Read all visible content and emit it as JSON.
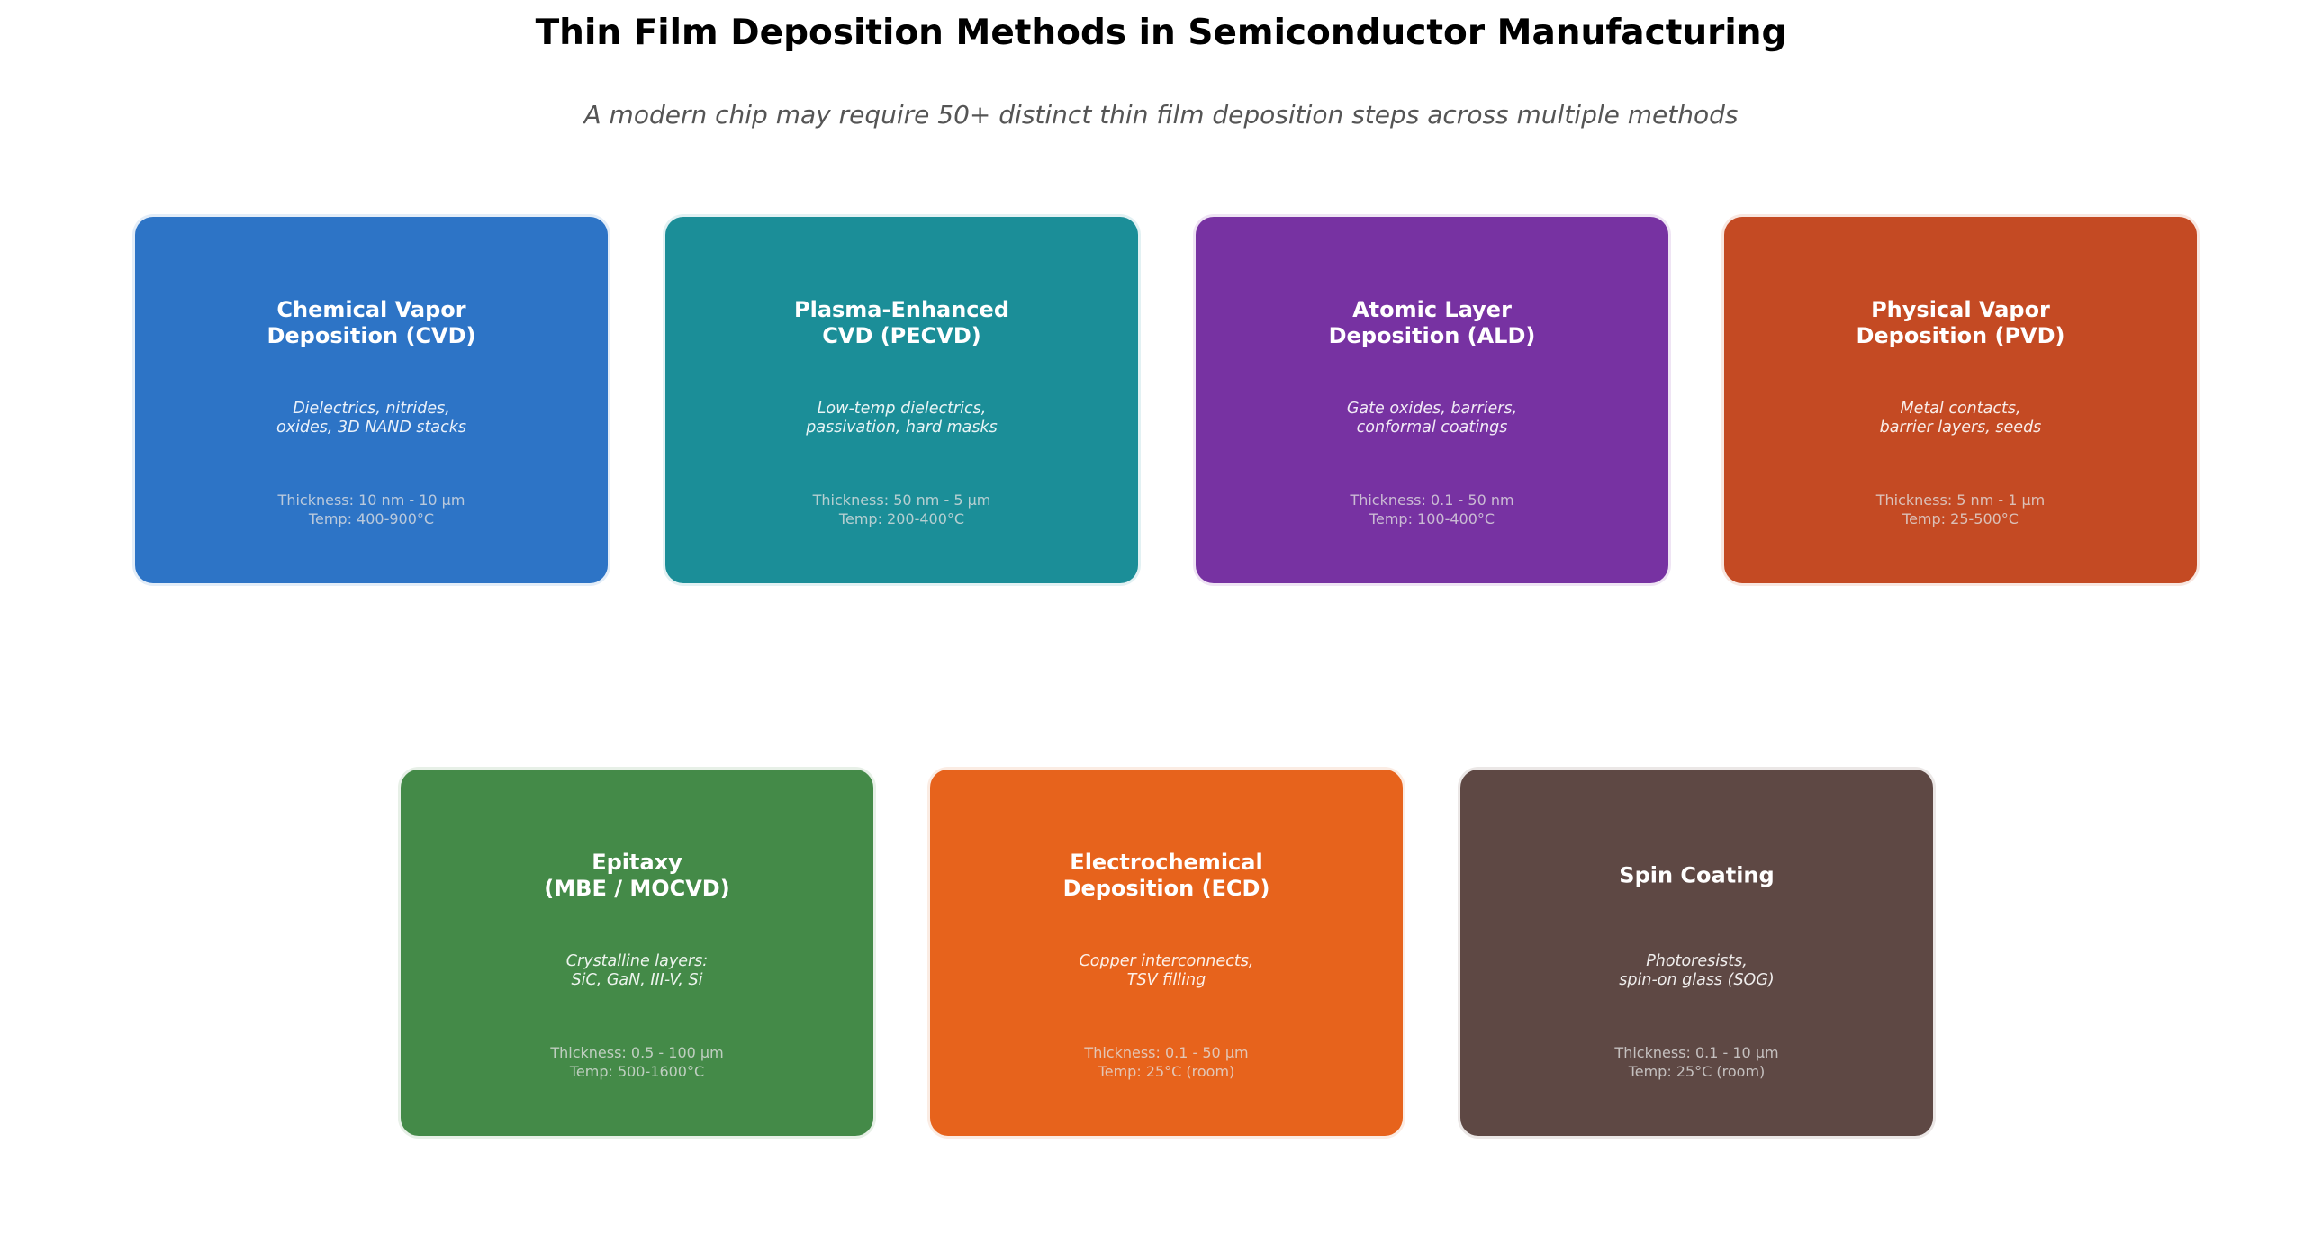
{
  "header": {
    "title": "Thin Film Deposition Methods in Semiconductor Manufacturing",
    "subtitle": "A modern chip may require 50+ distinct thin film deposition steps across multiple methods"
  },
  "cards": [
    {
      "title": "Chemical Vapor\nDeposition (CVD)",
      "description": "Dielectrics, nitrides,\noxides, 3D NAND stacks",
      "thickness": "Thickness: 10 nm - 10 µm",
      "temp": "Temp: 400-900°C",
      "color": "#2d74c6"
    },
    {
      "title": "Plasma-Enhanced\nCVD (PECVD)",
      "description": "Low-temp dielectrics,\npassivation, hard masks",
      "thickness": "Thickness: 50 nm - 5 µm",
      "temp": "Temp: 200-400°C",
      "color": "#1b8e98"
    },
    {
      "title": "Atomic Layer\nDeposition (ALD)",
      "description": "Gate oxides, barriers,\nconformal coatings",
      "thickness": "Thickness: 0.1 - 50 nm",
      "temp": "Temp: 100-400°C",
      "color": "#7732a2"
    },
    {
      "title": "Physical Vapor\nDeposition (PVD)",
      "description": "Metal contacts,\nbarrier layers, seeds",
      "thickness": "Thickness: 5 nm - 1 µm",
      "temp": "Temp: 25-500°C",
      "color": "#c44a23"
    },
    {
      "title": "Epitaxy\n(MBE / MOCVD)",
      "description": "Crystalline layers:\nSiC, GaN, III-V, Si",
      "thickness": "Thickness: 0.5 - 100 µm",
      "temp": "Temp: 500-1600°C",
      "color": "#448a48"
    },
    {
      "title": "Electrochemical\nDeposition (ECD)",
      "description": "Copper interconnects,\nTSV filling",
      "thickness": "Thickness: 0.1 - 50 µm",
      "temp": "Temp: 25°C (room)",
      "color": "#e7631c"
    },
    {
      "title": "Spin Coating",
      "description": "Photoresists,\nspin-on glass (SOG)",
      "thickness": "Thickness: 0.1 - 10 µm",
      "temp": "Temp: 25°C (room)",
      "color": "#5e4844"
    }
  ]
}
